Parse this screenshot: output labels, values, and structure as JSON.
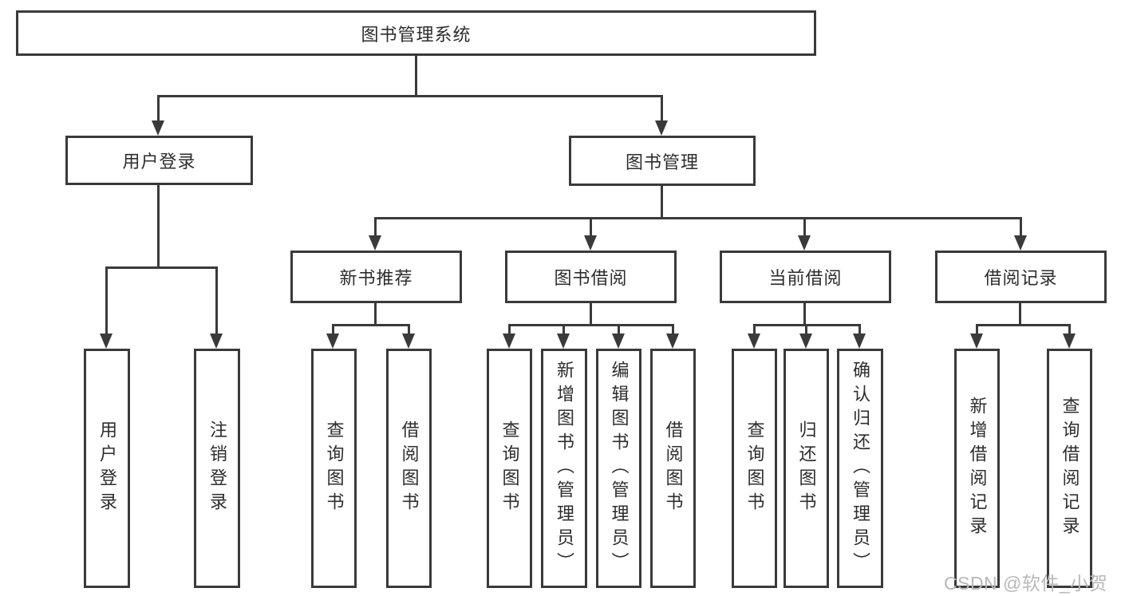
{
  "page": {
    "background": "#ffffff"
  },
  "colors": {
    "line": "#3a3a3a",
    "box_border": "#3a3a3a",
    "text": "#2d2d2d",
    "watermark": "#b8b8b8"
  },
  "watermark": {
    "text": "CSDN @软件_小贺同学"
  },
  "tree": {
    "root": {
      "label": "图书管理系统"
    },
    "branches": [
      {
        "label": "用户登录",
        "children": [
          {
            "label": "用户登录"
          },
          {
            "label": "注销登录"
          }
        ]
      },
      {
        "label": "图书管理",
        "children": [
          {
            "label": "新书推荐",
            "children": [
              {
                "label": "查询图书"
              },
              {
                "label": "借阅图书"
              }
            ]
          },
          {
            "label": "图书借阅",
            "children": [
              {
                "label": "查询图书"
              },
              {
                "label": "新增图书（管理员）"
              },
              {
                "label": "编辑图书（管理员）"
              },
              {
                "label": "借阅图书"
              }
            ]
          },
          {
            "label": "当前借阅",
            "children": [
              {
                "label": "查询图书"
              },
              {
                "label": "归还图书"
              },
              {
                "label": "确认归还（管理员）"
              }
            ]
          },
          {
            "label": "借阅记录",
            "children": [
              {
                "label": "新增借阅记录"
              },
              {
                "label": "查询借阅记录"
              }
            ]
          }
        ]
      }
    ]
  }
}
